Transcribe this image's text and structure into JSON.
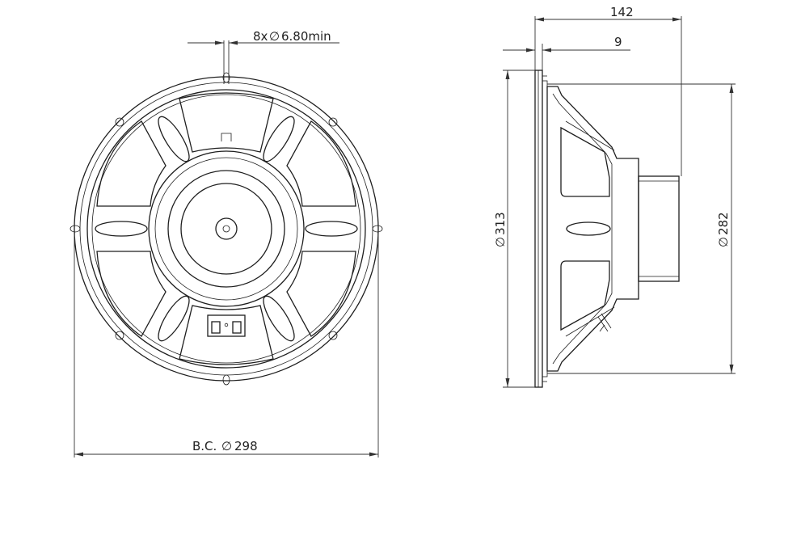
{
  "front_view": {
    "mounting_holes_label": "8x",
    "mounting_holes_diameter": "6.80min",
    "bolt_circle_prefix": "B.C.",
    "bolt_circle_diameter": "298"
  },
  "side_view": {
    "overall_depth": "142",
    "flange_thickness": "9",
    "outer_diameter": "313",
    "baffle_cutout_diameter": "282"
  },
  "symbols": {
    "diameter": "∅"
  },
  "colors": {
    "line": "#1e1e1e",
    "background": "#ffffff"
  }
}
